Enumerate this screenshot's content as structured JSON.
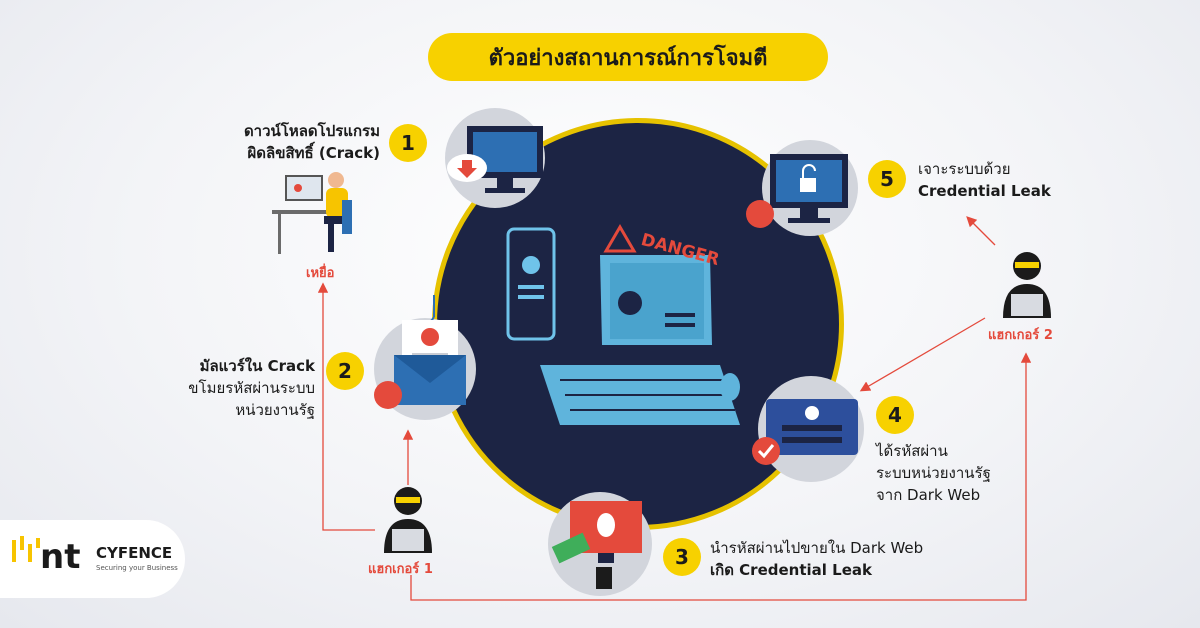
{
  "title": "ตัวอย่างสถานการณ์การโจมตี",
  "center": {
    "danger_label": "DANGER"
  },
  "steps": [
    {
      "num": "1",
      "line1": "ดาวน์โหลดโปรแกรม",
      "line2": "ผิดลิขสิทธิ์ (Crack)"
    },
    {
      "num": "2",
      "line1": "มัลแวร์ใน Crack",
      "line2": "ขโมยรหัสผ่านระบบ",
      "line3": "หน่วยงานรัฐ"
    },
    {
      "num": "3",
      "line1": "นำรหัสผ่านไปขายใน Dark Web",
      "line2": "เกิด Credential Leak"
    },
    {
      "num": "4",
      "line1": "ได้รหัสผ่าน",
      "line2": "ระบบหน่วยงานรัฐ",
      "line3": "จาก Dark Web"
    },
    {
      "num": "5",
      "line1": "เจาะระบบด้วย",
      "line2": "Credential Leak"
    }
  ],
  "actors": {
    "victim": "เหยื่อ",
    "hacker1": "แฮกเกอร์ 1",
    "hacker2": "แฮกเกอร์ 2"
  },
  "logo": {
    "brand": "CYFENCE",
    "tagline": "Securing your Business",
    "mark": "nt"
  },
  "colors": {
    "accent": "#f7d100",
    "navy": "#1c2444",
    "red": "#e44a3c",
    "blue": "#2d6fb3"
  }
}
